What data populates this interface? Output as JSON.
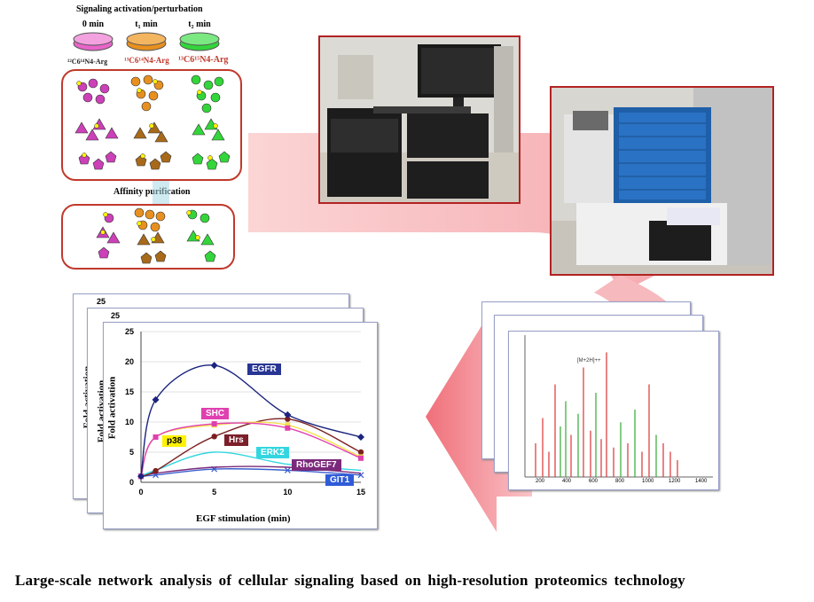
{
  "caption": "Large-scale network analysis of cellular signaling based on high-resolution proteomics technology",
  "workflow": {
    "title": "Signaling activation/perturbation",
    "dishes": [
      {
        "time": "0 min",
        "label": "¹²C6¹⁴N4-Arg",
        "color": "#e765c9"
      },
      {
        "time": "t₁ min",
        "label": "¹³C6¹⁴N4-Arg",
        "color": "#e8901f"
      },
      {
        "time": "t₂ min",
        "label": "¹³C6¹⁵N4-Arg",
        "color": "#33d63a"
      }
    ],
    "affinity_label": "Affinity purification"
  },
  "chart_data": {
    "type": "line",
    "xlabel": "EGF stimulation (min)",
    "ylabel": "Fold activation",
    "x": [
      0,
      1,
      5,
      10,
      15
    ],
    "xticks": [
      0,
      5,
      10,
      15
    ],
    "yticks": [
      0,
      5,
      10,
      15,
      20,
      25
    ],
    "xlim": [
      0,
      15
    ],
    "ylim": [
      0,
      25
    ],
    "back_frame_yticks": [
      "25",
      "25"
    ],
    "back_frame_ylabel": "Fold activation",
    "series": [
      {
        "name": "EGFR",
        "color": "#1a237e",
        "label_bg": "#283593",
        "values": [
          1,
          13.7,
          19.4,
          11.2,
          7.5
        ],
        "marker": "diamond"
      },
      {
        "name": "SHC",
        "color": "#e040b0",
        "label_bg": "#e040b0",
        "values": [
          1,
          7.5,
          9.7,
          9.0,
          4.0
        ],
        "marker": "square"
      },
      {
        "name": "p38",
        "color": "#f4e04d",
        "label_bg": "#fff200",
        "values": [
          1,
          7.5,
          9.5,
          9.5,
          4.2
        ],
        "marker": "square"
      },
      {
        "name": "Hrs",
        "color": "#7b1f1f",
        "label_bg": "#7b1f2a",
        "values": [
          1,
          1.9,
          7.6,
          10.5,
          5.0
        ],
        "marker": "circle"
      },
      {
        "name": "ERK2",
        "color": "#33d6e0",
        "label_bg": "#33d6e0",
        "values": [
          1,
          2.0,
          5.0,
          3.0,
          2.0
        ],
        "marker": "none"
      },
      {
        "name": "RhoGEF7",
        "color": "#7b2a7b",
        "label_bg": "#7b2a7b",
        "values": [
          1,
          1.5,
          2.5,
          2.5,
          1.5
        ],
        "marker": "none"
      },
      {
        "name": "GIT1",
        "color": "#3a5fcd",
        "label_bg": "#2f5bd8",
        "values": [
          1,
          1.2,
          2.2,
          2.0,
          1.2
        ],
        "marker": "cross"
      }
    ]
  },
  "spectrum": {
    "peak_label": "[M+2H]++",
    "xticks": [
      "200",
      "400",
      "600",
      "800",
      "1000",
      "1200",
      "1400"
    ]
  }
}
